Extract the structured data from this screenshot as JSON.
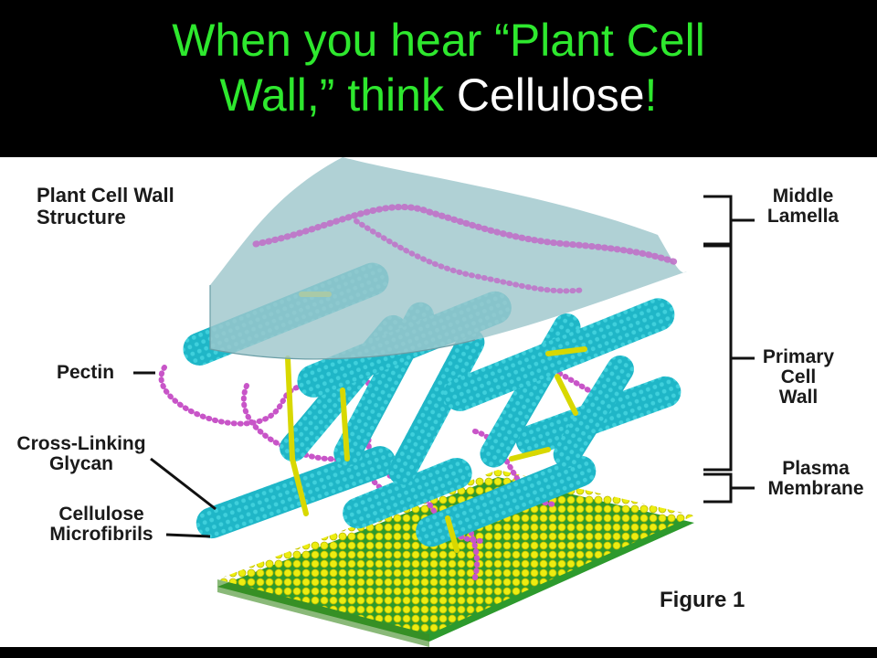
{
  "slide": {
    "title_part1": "When you hear “Plant Cell",
    "title_part2": "Wall,” think ",
    "title_highlight": "Cellulose",
    "title_end": "!",
    "colors": {
      "background": "#000000",
      "title": "#2ee82e",
      "highlight": "#ffffff"
    }
  },
  "figure": {
    "heading_line1": "Plant Cell Wall",
    "heading_line2": "Structure",
    "left_labels": {
      "pectin": "Pectin",
      "crosslink_line1": "Cross-Linking",
      "crosslink_line2": "Glycan",
      "cellulose_line1": "Cellulose",
      "cellulose_line2": "Microfibrils"
    },
    "right_labels": {
      "middle_line1": "Middle",
      "middle_line2": "Lamella",
      "primary_line1": "Primary",
      "primary_line2": "Cell",
      "primary_line3": "Wall",
      "plasma_line1": "Plasma",
      "plasma_line2": "Membrane"
    },
    "caption": "Figure 1",
    "colors": {
      "microfibril": "#1fb6c7",
      "pectin": "#c855c8",
      "glycan": "#d8d800",
      "membrane": "#e8e800",
      "lamella": "#9fc7cc"
    }
  }
}
